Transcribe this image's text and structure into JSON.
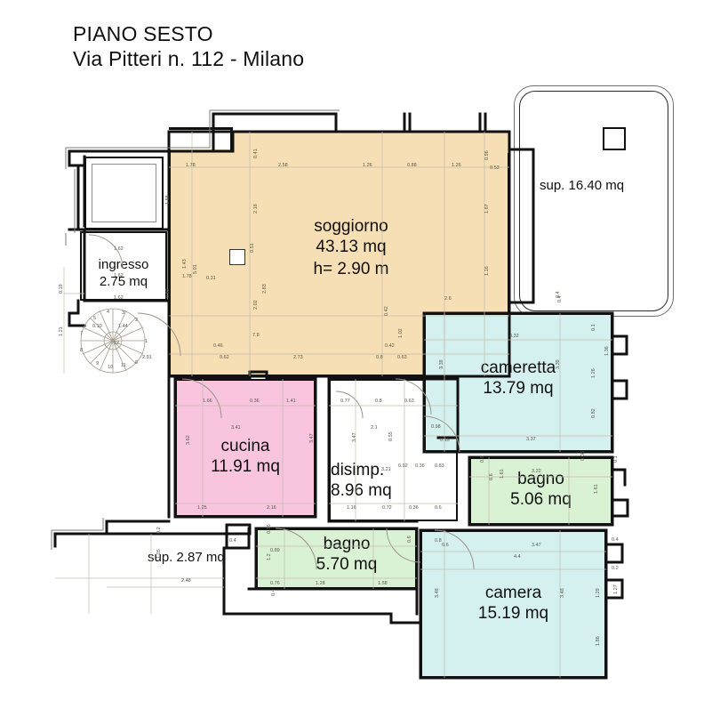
{
  "title": {
    "line1": "PIANO SESTO",
    "line2": "Via Pitteri n. 112 - Milano"
  },
  "rooms": [
    {
      "key": "soggiorno",
      "name": "soggiorno",
      "area": "43.13 mq",
      "height": "h= 2.90 m",
      "color": "#f6dfb4"
    },
    {
      "key": "ingresso",
      "name": "ingresso",
      "area": "2.75 mq",
      "color": "#ffffff"
    },
    {
      "key": "cucina",
      "name": "cucina",
      "area": "11.91 mq",
      "color": "#f8c4de"
    },
    {
      "key": "disimpegno",
      "name": "disimp.",
      "area": "8.96 mq",
      "color": "#ffffff"
    },
    {
      "key": "cameretta",
      "name": "cameretta",
      "area": "13.79 mq",
      "color": "#d4f1f0"
    },
    {
      "key": "bagno1",
      "name": "bagno",
      "area": "5.06 mq",
      "color": "#d9f2d3"
    },
    {
      "key": "bagno2",
      "name": "bagno",
      "area": "5.70 mq",
      "color": "#d9f2d3"
    },
    {
      "key": "camera",
      "name": "camera",
      "area": "15.19 mq",
      "color": "#d4f1f0"
    }
  ],
  "balconies": [
    {
      "key": "terrazzo-nord",
      "label": "sup. 16.40 mq"
    },
    {
      "key": "balcone-sud",
      "label": "sup. 2.87 mq"
    }
  ],
  "dimensions": {
    "soggiorno_top": [
      "1.78",
      "2.58",
      "1.26",
      "0.88",
      "1.26",
      "0.53"
    ],
    "soggiorno_top_small": [
      "0.41",
      "0.96"
    ],
    "soggiorno_left": [
      "1.88",
      "1.43",
      "5.01",
      "1.78",
      "0.92"
    ],
    "soggiorno_inner": [
      "2.18",
      "2.83",
      "2.02",
      "7.8",
      "0.31",
      "0.51"
    ],
    "soggiorno_bottom": [
      "0.46",
      "0.62",
      "2.73",
      "0.8",
      "0.63",
      "2.91",
      "0.42",
      "0.42",
      "1.02",
      "2.6"
    ],
    "soggiorno_right": [
      "1.87",
      "1.16",
      "0.4"
    ],
    "stair_numbers": [
      "1",
      "2",
      "3",
      "4",
      "5",
      "6",
      "7",
      "8",
      "9",
      "10",
      "11",
      "12"
    ],
    "stair_radii": [
      "0.10",
      "1.44"
    ],
    "cucina": [
      "1.66",
      "0.36",
      "1.41",
      "3.41",
      "3.62",
      "3.47",
      "1.25",
      "2.16"
    ],
    "disimpegno": [
      "0.77",
      "0.8",
      "0.63",
      "2.1",
      "0.98",
      "0.15",
      "3.47",
      "0.55",
      "0.83",
      "0.92",
      "0.36",
      "3.21",
      "1.16",
      "0.72",
      "0.36",
      "0.6"
    ],
    "cameretta": [
      "4.32",
      "3.39",
      "3.39",
      "3.37",
      "0.1",
      "1.26",
      "0.82",
      "1.36",
      "0.4"
    ],
    "bagno1": [
      "3.22",
      "1.61",
      "0.6",
      "0.6",
      "1.61",
      "0.08",
      "0.1"
    ],
    "bagno2": [
      "0.36",
      "0.89",
      "1.2",
      "0.76",
      "1.28",
      "1.58",
      "0.4",
      "0.6",
      "0.8"
    ],
    "camera": [
      "0.6",
      "3.47",
      "4.4",
      "3.48",
      "3.48",
      "1.29",
      "1.86",
      "1.27",
      "0.4",
      "0.2"
    ],
    "balcone_sud": [
      "0.2",
      "1.05",
      "2.48",
      "0.4"
    ],
    "left_edge": [
      "0.19",
      "1.21",
      "1.62",
      "1.62",
      "1.62"
    ]
  },
  "colors": {
    "tan": "#f6dfb4",
    "cyan": "#d4f1f0",
    "green": "#d9f2d3",
    "pink": "#f8c4de",
    "wall": "#111111",
    "dim_text": "#5d564b"
  }
}
